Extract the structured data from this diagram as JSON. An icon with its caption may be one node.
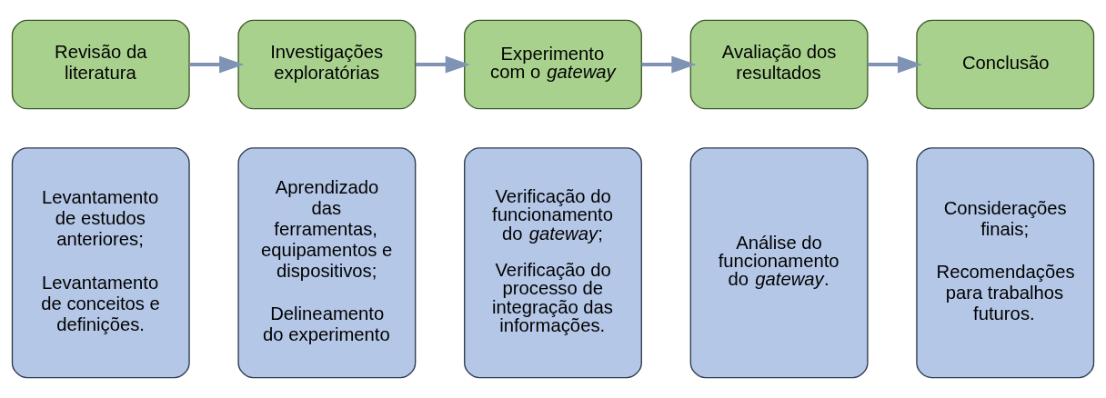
{
  "diagram": {
    "nodes": [
      {
        "text": [
          "Revisão da literatura"
        ]
      },
      {
        "text": [
          "Investigações exploratórias"
        ]
      },
      {
        "text": [
          "Experimento com o *gateway*"
        ]
      },
      {
        "text": [
          "Avaliação dos resultados"
        ]
      },
      {
        "text": [
          "Conclusão"
        ]
      },
      {
        "text": [
          "Levantamento de estudos anteriores;",
          "Levantamento de conceitos e definições."
        ]
      },
      {
        "text": [
          "Aprendizado das ferramentas, equipamentos e dispositivos;",
          "Delineamento do experimento"
        ]
      },
      {
        "text": [
          "Verificação do funcionamento do *gateway*;",
          "Verificação do processo de integração das informações."
        ]
      },
      {
        "text": [
          "Análise do funcionamento do *gateway*."
        ]
      },
      {
        "text": [
          "Considerações finais;",
          "Recomendações para trabalhos futuros."
        ]
      }
    ],
    "edges": [
      {
        "from": 0,
        "to": 1,
        "arrow": "to"
      },
      {
        "from": 1,
        "to": 2,
        "arrow": "to"
      },
      {
        "from": 2,
        "to": 3,
        "arrow": "to"
      },
      {
        "from": 3,
        "to": 4,
        "arrow": "to"
      }
    ]
  }
}
